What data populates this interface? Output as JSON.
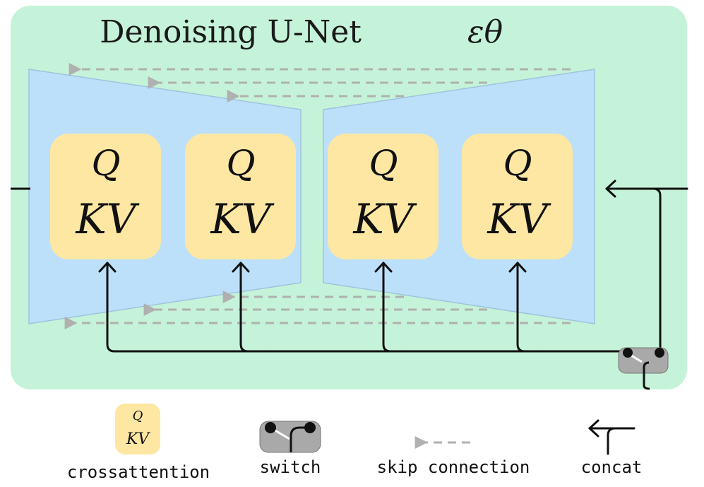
{
  "title": "Denoising U-Net ",
  "title_symbol": "εθ",
  "blocks": [
    {
      "q": "Q",
      "kv": "KV"
    },
    {
      "q": "Q",
      "kv": "KV"
    },
    {
      "q": "Q",
      "kv": "KV"
    },
    {
      "q": "Q",
      "kv": "KV"
    }
  ],
  "legend": {
    "crossattention": "crossattention",
    "switch": "switch",
    "skip_connection": "skip connection",
    "concat": "concat",
    "legend_q": "Q",
    "legend_kv": "KV"
  },
  "colors": {
    "background_panel": "#c5f3d9",
    "encoder_decoder": "#bde0fa",
    "attention_block": "#fde7a3",
    "skip_arrow": "#b0b0b0",
    "switch_body": "#a9a9a9",
    "line": "#111111"
  }
}
